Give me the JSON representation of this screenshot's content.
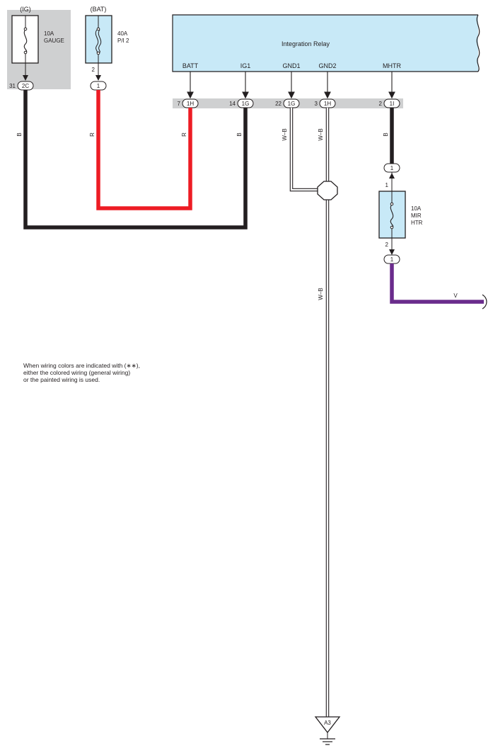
{
  "colors": {
    "relay_fill": "#c8e9f7",
    "connector_bar": "#cfd0d1",
    "wire_black": "#231f20",
    "wire_red": "#ed1c24",
    "wire_violet": "#6a2c8c"
  },
  "sources": {
    "ig": {
      "label": "(IG)",
      "fuse_rating": "10A",
      "fuse_name": "GAUGE",
      "pin": "31",
      "connector": "2C"
    },
    "bat": {
      "label": "(BAT)",
      "fuse_rating": "40A",
      "fuse_name": "P/I 2",
      "pin": "2",
      "connector": "1"
    }
  },
  "relay": {
    "title": "Integration Relay",
    "terminals": [
      {
        "name": "BATT",
        "pin": "7",
        "connector": "1H"
      },
      {
        "name": "IG1",
        "pin": "14",
        "connector": "1G"
      },
      {
        "name": "GND1",
        "pin": "22",
        "connector": "1G"
      },
      {
        "name": "GND2",
        "pin": "3",
        "connector": "1H"
      },
      {
        "name": "MHTR",
        "pin": "2",
        "connector": "1I"
      }
    ]
  },
  "mir_fuse": {
    "rating": "10A",
    "name1": "MIR",
    "name2": "HTR",
    "pin_in": "1",
    "pin_out": "2",
    "connector_in": "1",
    "connector_out": "1"
  },
  "wire_colors": {
    "ig_wire": "B",
    "bat_wire": "R",
    "batt_wire": "R",
    "ig1_wire": "B",
    "gnd1_wire": "W–B",
    "gnd2_wire": "W–B",
    "ground_trunk": "W–B",
    "mhtr_wire": "B",
    "mir_out_wire": "V"
  },
  "ground": {
    "label": "A3"
  },
  "note": {
    "line1": "When wiring colors are indicated with (∗∗),",
    "line2": "either the colored wiring (general wiring)",
    "line3": "or the painted wiring is used."
  }
}
